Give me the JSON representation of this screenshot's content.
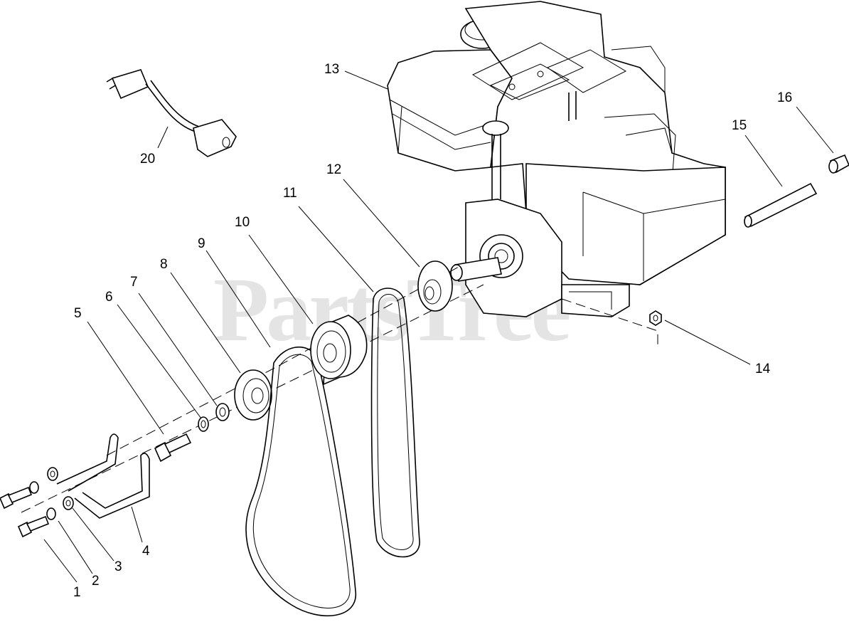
{
  "watermark": {
    "text": "PartsTree",
    "mark": "™"
  },
  "callouts": [
    "1",
    "2",
    "3",
    "4",
    "5",
    "6",
    "7",
    "8",
    "9",
    "10",
    "11",
    "12",
    "13",
    "14",
    "15",
    "16",
    "20"
  ]
}
